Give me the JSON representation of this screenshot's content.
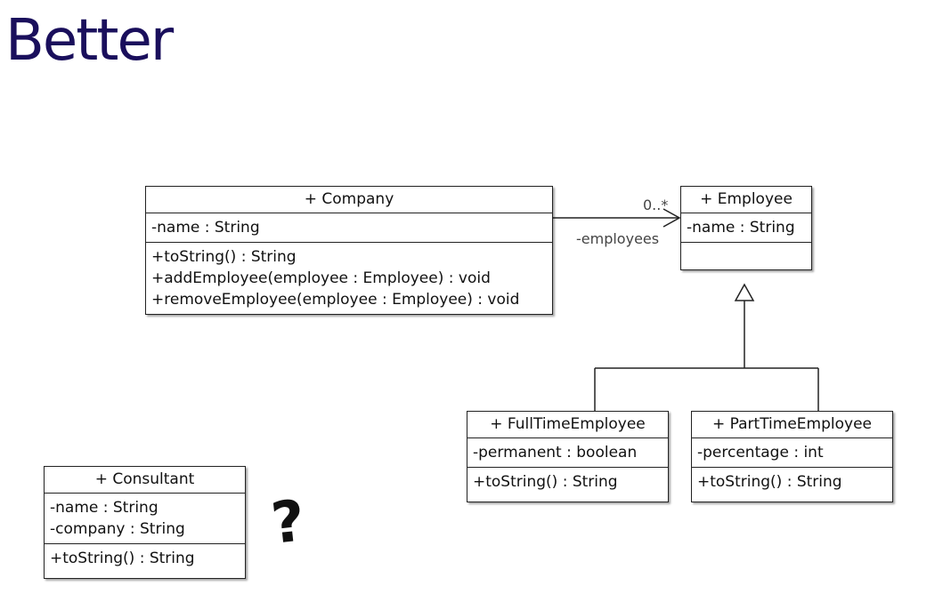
{
  "title": "Better",
  "company": {
    "name": "+ Company",
    "attributes": [
      "-name : String"
    ],
    "operations": [
      "+toString() : String",
      "+addEmployee(employee : Employee) : void",
      "+removeEmployee(employee : Employee) : void"
    ]
  },
  "employee": {
    "name": "+ Employee",
    "attributes": [
      "-name : String"
    ],
    "operations": []
  },
  "fulltime": {
    "name": "+ FullTimeEmployee",
    "attributes": [
      "-permanent : boolean"
    ],
    "operations": [
      "+toString() : String"
    ]
  },
  "parttime": {
    "name": "+ PartTimeEmployee",
    "attributes": [
      "-percentage : int"
    ],
    "operations": [
      "+toString() : String"
    ]
  },
  "consultant": {
    "name": "+ Consultant",
    "attributes": [
      "-name : String",
      "-company : String"
    ],
    "operations": [
      "+toString() : String"
    ]
  },
  "association": {
    "multiplicity": "0..*",
    "role": "-employees"
  },
  "annotation": "?"
}
